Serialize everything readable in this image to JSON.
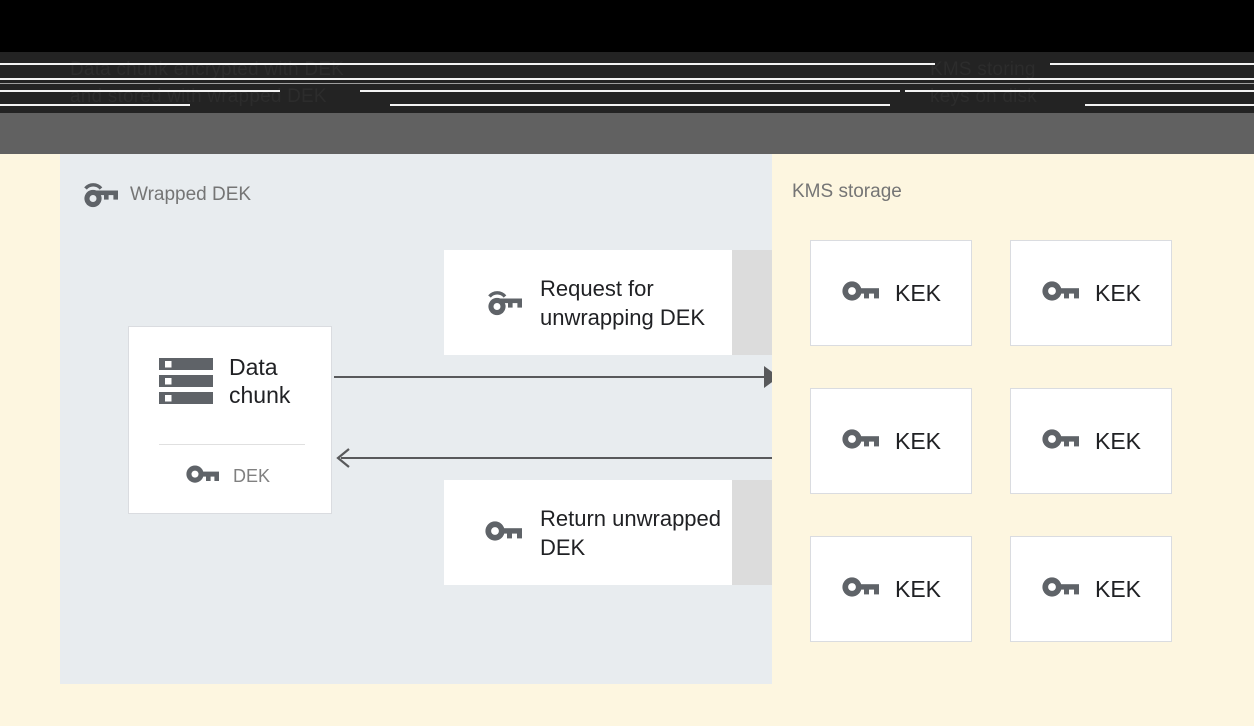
{
  "header": {
    "caption_left_line1": "Data chunk encrypted with DEK",
    "caption_left_line2": "and stored with wrapped DEK",
    "caption_right_line1": "KMS storing",
    "caption_right_line2": "keys on disk"
  },
  "client_panel": {
    "heading": "Wrapped DEK",
    "heading_icon": "wrapped-key-icon",
    "data_chunk_card": {
      "icon": "storage-stack-icon",
      "title": "Data chunk",
      "key_icon": "key-icon",
      "key_label": "DEK"
    },
    "messages": [
      {
        "icon": "wrapped-key-icon",
        "text": "Request for unwrapping DEK"
      },
      {
        "icon": "key-icon",
        "text": "Return unwrapped DEK"
      }
    ],
    "arrows": [
      {
        "name": "request-arrow",
        "direction": "right"
      },
      {
        "name": "return-arrow",
        "direction": "left"
      }
    ]
  },
  "kms_panel": {
    "heading": "KMS storage",
    "keys": [
      {
        "icon": "key-icon",
        "label": "KEK"
      },
      {
        "icon": "key-icon",
        "label": "KEK"
      },
      {
        "icon": "key-icon",
        "label": "KEK"
      },
      {
        "icon": "key-icon",
        "label": "KEK"
      },
      {
        "icon": "key-icon",
        "label": "KEK"
      },
      {
        "icon": "key-icon",
        "label": "KEK"
      }
    ]
  },
  "colors": {
    "client_panel_bg": "#e8ecef",
    "kms_panel_bg": "#fdf6e0",
    "card_bg": "#ffffff",
    "card_border": "#dadce0",
    "icon_gray": "#5f6368",
    "text_dark": "#202124",
    "text_muted": "#757575",
    "arrow": "#58595b",
    "header_black": "#000000",
    "header_dark": "#232323",
    "header_gray": "#616161"
  }
}
